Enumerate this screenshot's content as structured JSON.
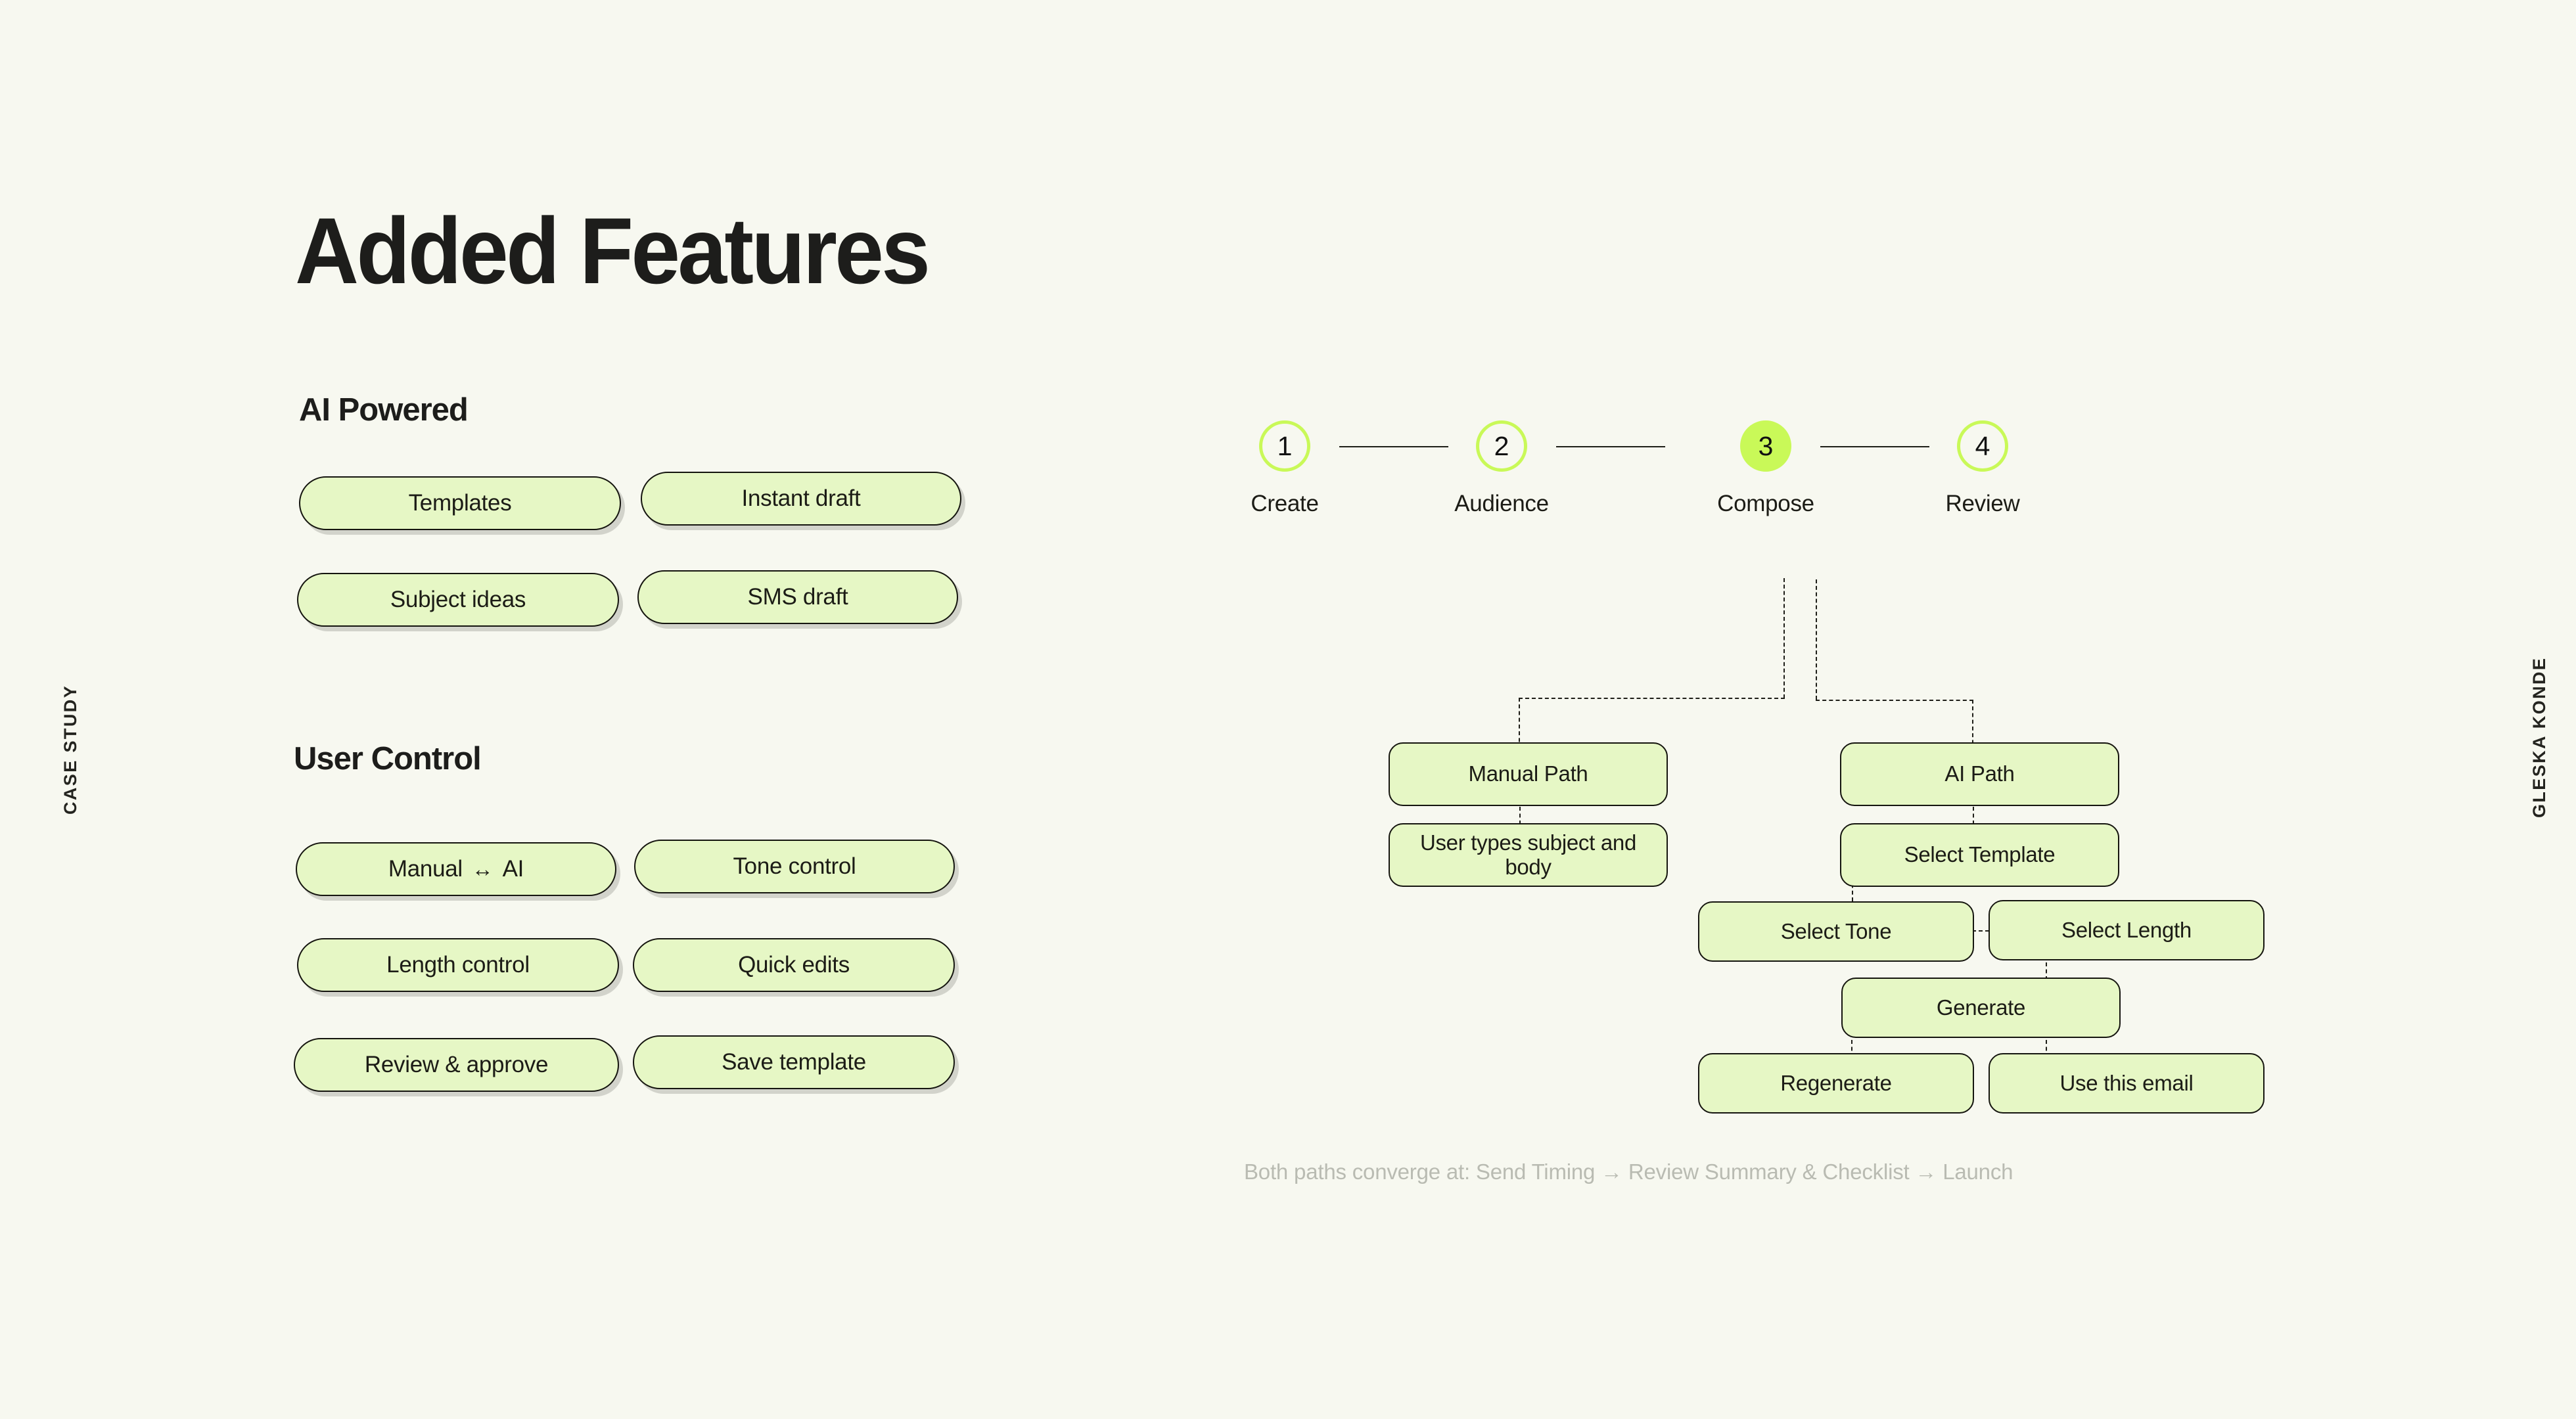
{
  "page": {
    "title": "Added Features",
    "background_color": "#F7F8F0",
    "accent_color": "#C9F958",
    "chip_fill_color": "#E6F7C5",
    "ink_color": "#1D1D1B"
  },
  "side_labels": {
    "left": "CASE STUDY",
    "right": "GLESKA KONDE"
  },
  "sections": [
    {
      "id": "ai-powered",
      "heading": "AI Powered",
      "chips": [
        {
          "label": "Templates"
        },
        {
          "label": "Instant draft"
        },
        {
          "label": "Subject ideas"
        },
        {
          "label": "SMS draft"
        }
      ]
    },
    {
      "id": "user-control",
      "heading": "User Control",
      "chips": [
        {
          "label_before": "Manual",
          "arrow": "↔",
          "label_after": "AI"
        },
        {
          "label": "Tone control"
        },
        {
          "label": "Length control"
        },
        {
          "label": "Quick edits"
        },
        {
          "label": "Review & approve"
        },
        {
          "label": "Save template"
        }
      ]
    }
  ],
  "stepper": {
    "active_step": 3,
    "steps": [
      {
        "number": "1",
        "label": "Create",
        "state": "outline"
      },
      {
        "number": "2",
        "label": "Audience",
        "state": "outline"
      },
      {
        "number": "3",
        "label": "Compose",
        "state": "filled"
      },
      {
        "number": "4",
        "label": "Review",
        "state": "outline"
      }
    ]
  },
  "flow": {
    "nodes": [
      {
        "id": "manual-path",
        "label": "Manual Path"
      },
      {
        "id": "user-types",
        "label": "User types subject and body"
      },
      {
        "id": "ai-path",
        "label": "AI Path"
      },
      {
        "id": "select-template",
        "label": "Select Template"
      },
      {
        "id": "select-tone",
        "label": "Select Tone"
      },
      {
        "id": "select-length",
        "label": "Select Length"
      },
      {
        "id": "generate",
        "label": "Generate"
      },
      {
        "id": "regenerate",
        "label": "Regenerate"
      },
      {
        "id": "use-this-email",
        "label": "Use this email"
      }
    ],
    "footnote": "Both paths converge at: Send Timing → Review Summary & Checklist → Launch"
  }
}
